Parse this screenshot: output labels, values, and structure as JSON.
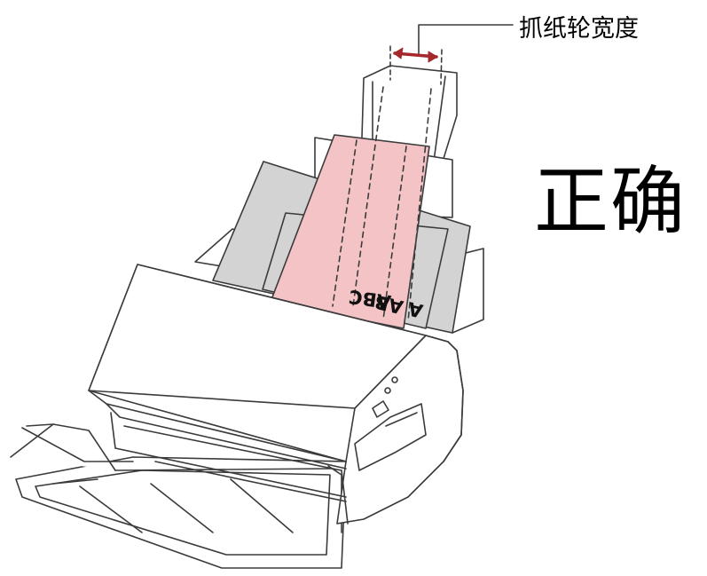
{
  "annotation": {
    "callout_label": "抓纸轮宽度",
    "status_label": "正确"
  },
  "document": {
    "printed_text_left": "ABC",
    "printed_text_mid": "AB",
    "printed_text_right": "A"
  },
  "colors": {
    "document_pink": "#f4c3c6",
    "sheet_gray": "#d3d3d3",
    "width_arrow": "#a4282c",
    "line": "#3b3b3b"
  }
}
